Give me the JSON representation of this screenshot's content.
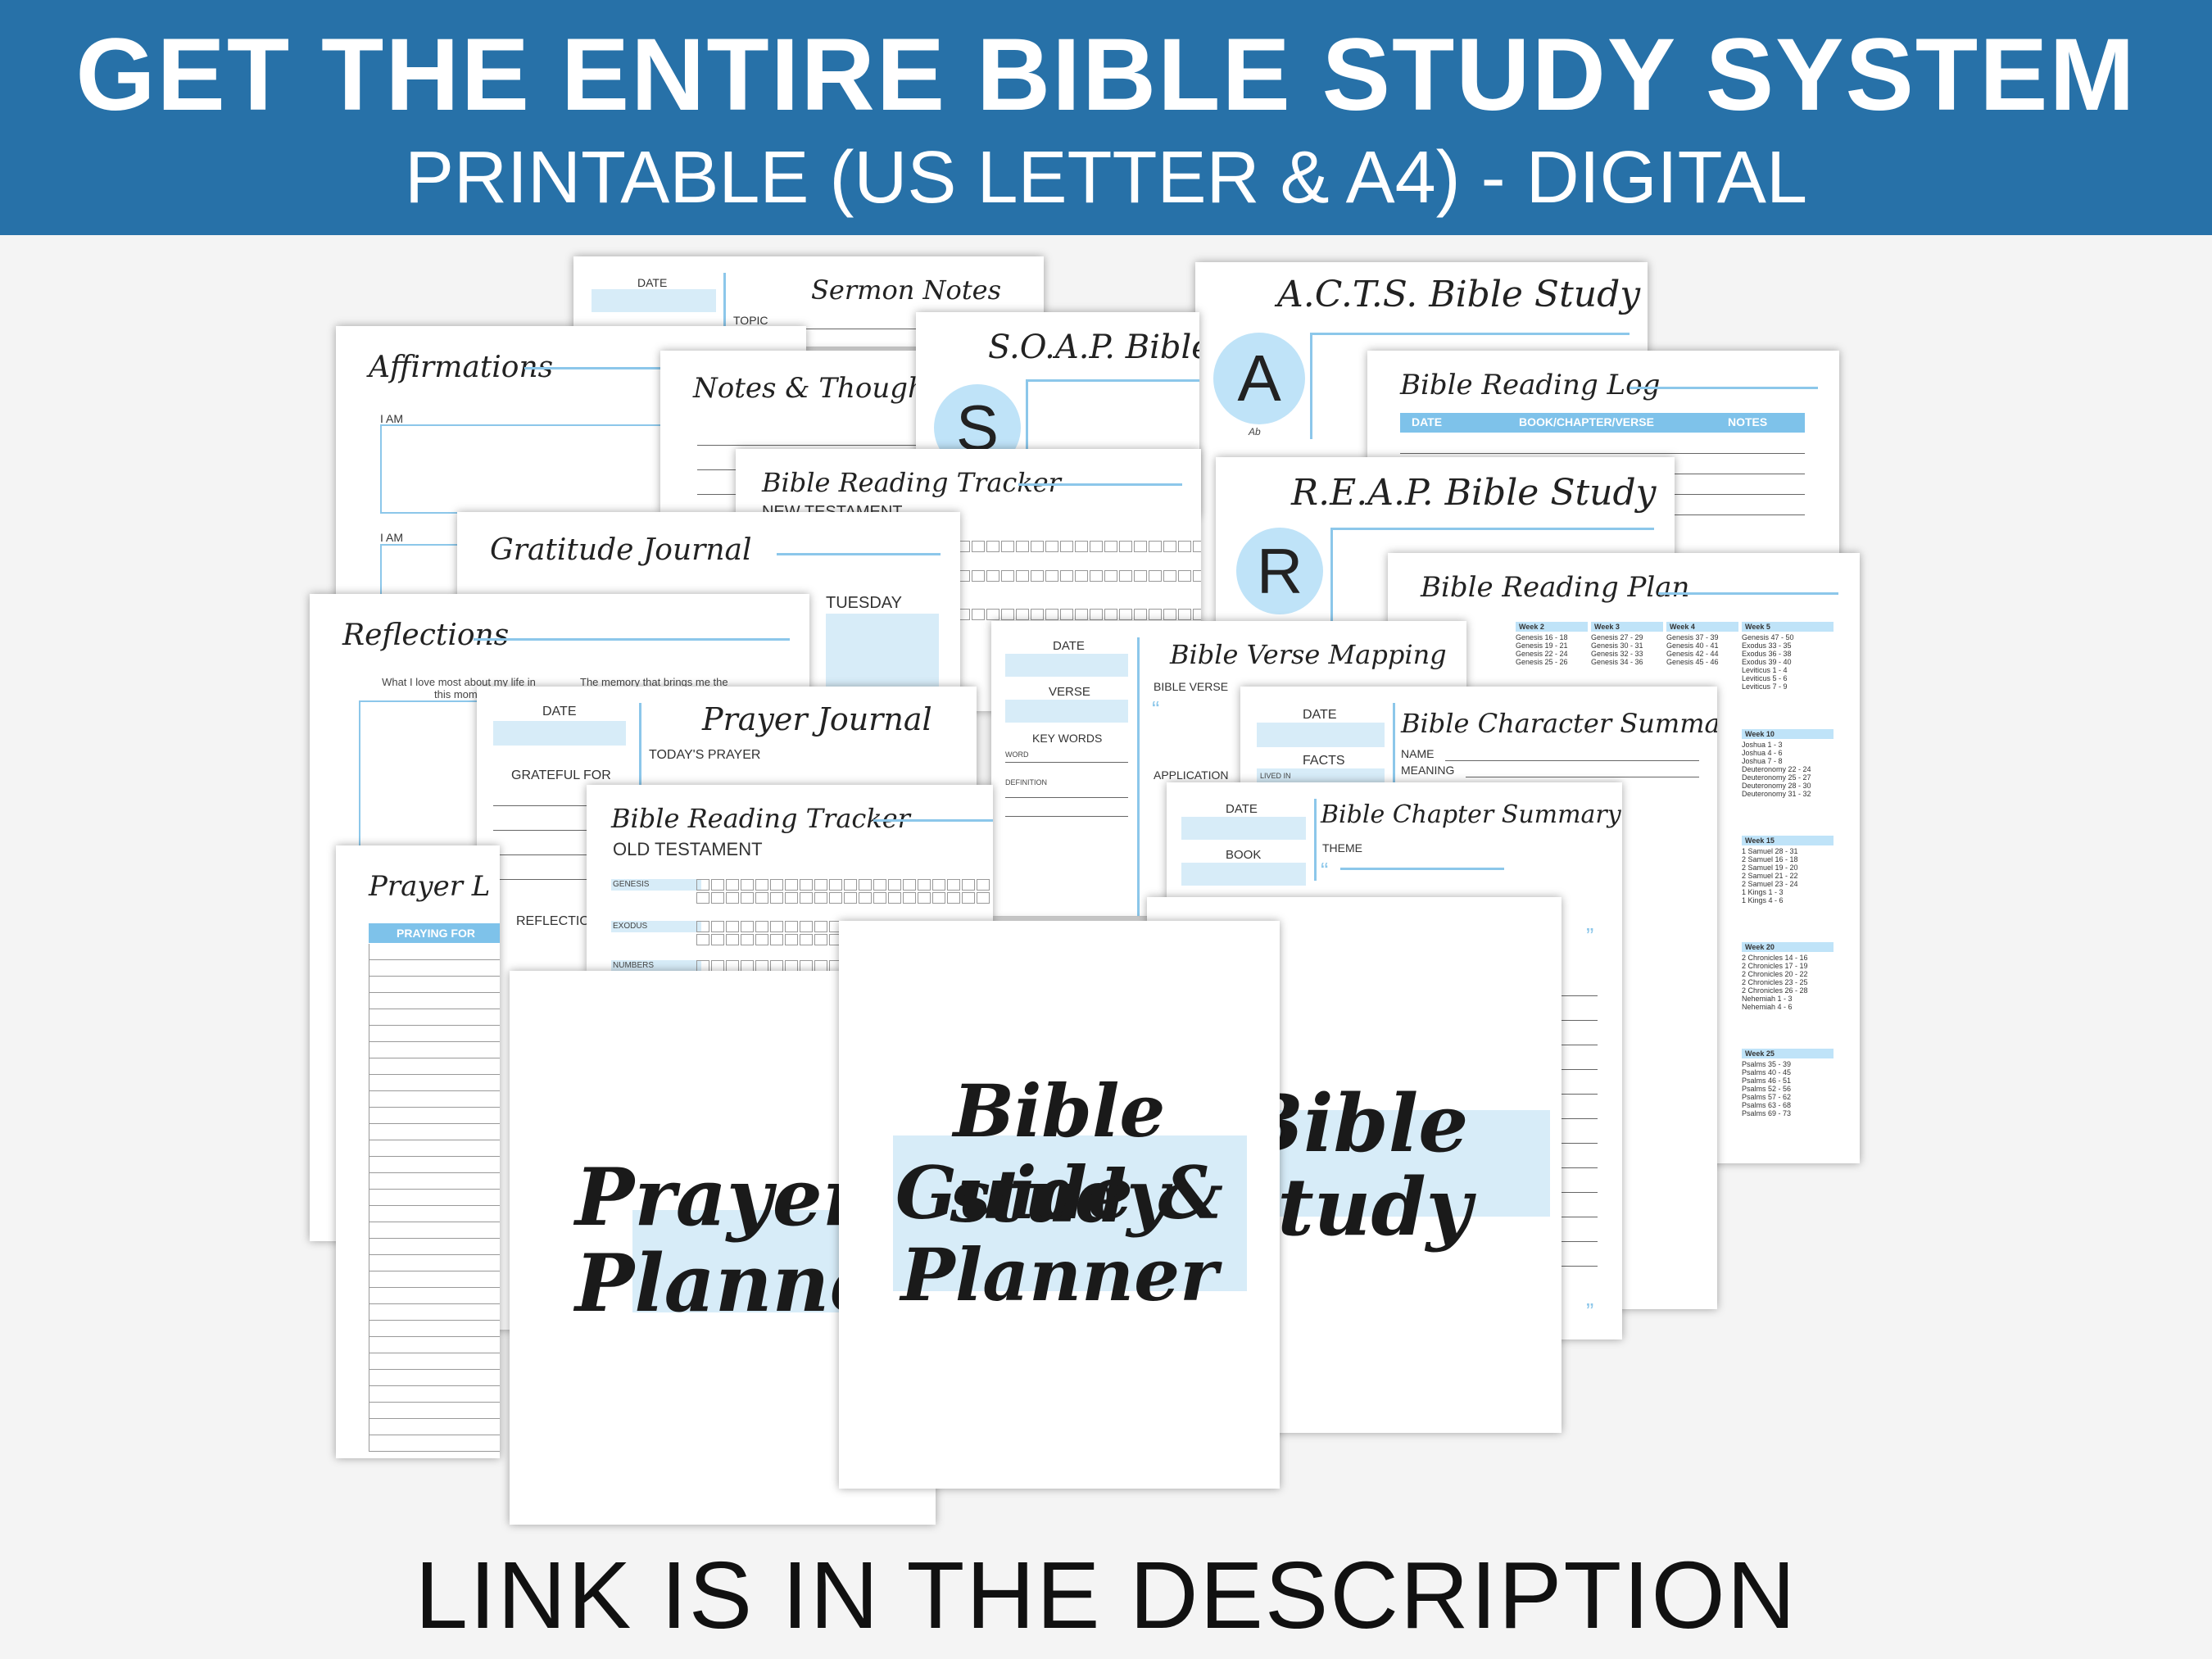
{
  "header": {
    "title": "GET THE ENTIRE BIBLE STUDY SYSTEM",
    "subtitle": "PRINTABLE (US LETTER & A4) - DIGITAL"
  },
  "footer": {
    "text": "LINK IS IN THE DESCRIPTION"
  },
  "pages": {
    "sermon": {
      "title": "Sermon Notes",
      "date": "DATE",
      "topic": "TOPIC"
    },
    "affirmations": {
      "title": "Affirmations",
      "i_am_1": "I AM",
      "i_am_2": "I AM"
    },
    "notes": {
      "title": "Notes & Thoughts"
    },
    "soap": {
      "title": "S.O.A.P. Bible",
      "letter": "S"
    },
    "acts": {
      "title": "A.C.T.S. Bible Study",
      "letter": "A",
      "sub": "Ab"
    },
    "reading_log": {
      "title": "Bible Reading Log",
      "col_date": "DATE",
      "col_book": "BOOK/CHAPTER/VERSE",
      "col_notes": "NOTES"
    },
    "tracker_nt": {
      "title": "Bible Reading Tracker",
      "sub": "NEW TESTAMENT"
    },
    "reap": {
      "title": "R.E.A.P. Bible Study",
      "letter": "R"
    },
    "gratitude": {
      "title": "Gratitude Journal",
      "day": "TUESDAY"
    },
    "reading_plan": {
      "title": "Bible Reading Plan",
      "weeks": [
        {
          "label": "Week 2",
          "items": [
            "Genesis 16 - 18",
            "Genesis 19 - 21",
            "Genesis 22 - 24",
            "Genesis 25 - 26"
          ]
        },
        {
          "label": "Week 3",
          "items": [
            "Genesis 27 - 29",
            "Genesis 30 - 31",
            "Genesis 32 - 33",
            "Genesis 34 - 36"
          ]
        },
        {
          "label": "Week 4",
          "items": [
            "Genesis 37 - 39",
            "Genesis 40 - 41",
            "Genesis 42 - 44",
            "Genesis 45 - 46"
          ]
        },
        {
          "label": "Week 5",
          "items": [
            "Genesis 47 - 50",
            "Exodus 33 - 35",
            "Exodus 36 - 38",
            "Exodus 39 - 40",
            "Leviticus 1 - 4",
            "Leviticus 5 - 6",
            "Leviticus 7 - 9"
          ]
        },
        {
          "label": "Week 10",
          "items": [
            "Joshua 1 - 3",
            "Joshua 4 - 6",
            "Joshua 7 - 8",
            "Deuteronomy 22 - 24",
            "Deuteronomy 25 - 27",
            "Deuteronomy 28 - 30",
            "Deuteronomy 31 - 32"
          ]
        },
        {
          "label": "Week 15",
          "items": [
            "1 Samuel 28 - 31",
            "2 Samuel 16 - 18",
            "2 Samuel 19 - 20",
            "2 Samuel 21 - 22",
            "2 Samuel 23 - 24",
            "1 Kings 1 - 3",
            "1 Kings 4 - 6"
          ]
        },
        {
          "label": "Week 20",
          "items": [
            "2 Chronicles 14 - 16",
            "2 Chronicles 17 - 19",
            "2 Chronicles 20 - 22",
            "2 Chronicles 23 - 25",
            "2 Chronicles 26 - 28",
            "Nehemiah 1 - 3",
            "Nehemiah 4 - 6"
          ]
        },
        {
          "label": "Week 25",
          "items": [
            "Psalms 35 - 39",
            "Psalms 40 - 45",
            "Psalms 46 - 51",
            "Psalms 52 - 56",
            "Psalms 57 - 62",
            "Psalms 63 - 68",
            "Psalms 69 - 73"
          ]
        }
      ]
    },
    "reflections": {
      "title": "Reflections",
      "prompt1": "What I love most about my life in this mome",
      "prompt2": "The memory that brings me the"
    },
    "verse_mapping": {
      "title": "Bible Verse Mapping",
      "date": "DATE",
      "verse": "VERSE",
      "key_words": "KEY WORDS",
      "bible_verse": "BIBLE VERSE",
      "application": "APPLICATION",
      "word": "WORD",
      "definition": "DEFINITION"
    },
    "prayer_journal": {
      "title": "Prayer Journal",
      "date": "DATE",
      "todays_prayer": "TODAY'S PRAYER",
      "grateful_for": "GRATEFUL FOR",
      "reflection": "REFLECTIO"
    },
    "character": {
      "title": "Bible Character Summary",
      "date": "DATE",
      "facts": "FACTS",
      "lived_in": "LIVED IN",
      "name": "NAME",
      "meaning": "MEANING"
    },
    "tracker_ot": {
      "title": "Bible Reading Tracker",
      "sub": "OLD TESTAMENT",
      "books": [
        "GENESIS",
        "EXODUS",
        "NUMBERS"
      ]
    },
    "chapter": {
      "title": "Bible Chapter Summary",
      "date": "DATE",
      "book": "BOOK",
      "theme": "THEME"
    },
    "prayer_list": {
      "title": "Prayer L",
      "col": "PRAYING FOR"
    }
  },
  "covers": {
    "prayer_planner": [
      "Prayer",
      "Planner"
    ],
    "guide": [
      "Bible study",
      "Guide &",
      "Planner"
    ],
    "bible_study": [
      "Bible",
      "Study"
    ]
  }
}
